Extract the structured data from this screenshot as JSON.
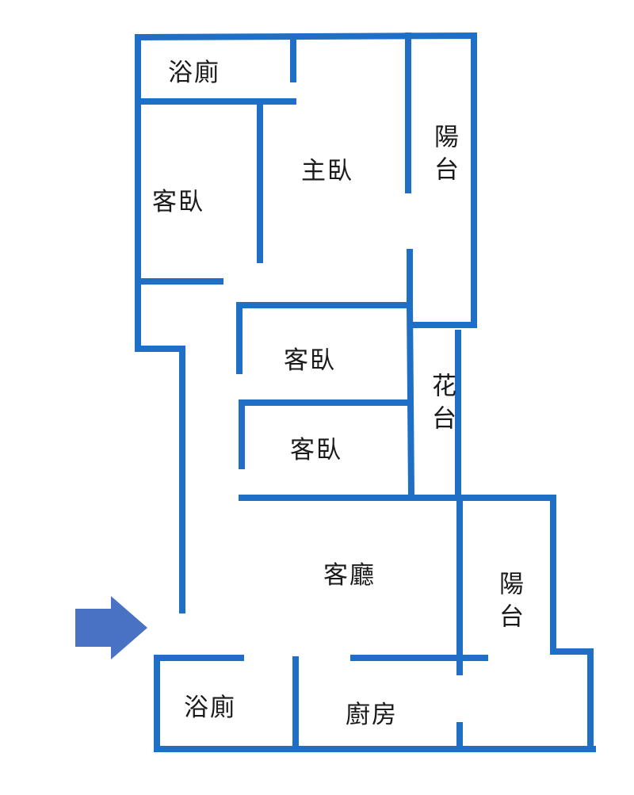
{
  "plan": {
    "wall_color": "#1f6fc6",
    "arrow_color": "#4a72c4",
    "entrance_icon": "arrow-right-icon",
    "rooms": {
      "bath_top": "浴廁",
      "master_bedroom": "主臥",
      "guest_bedroom_left": "客臥",
      "balcony_top": "陽台",
      "guest_bedroom_mid1": "客臥",
      "guest_bedroom_mid2": "客臥",
      "planter": "花台",
      "living_room": "客廳",
      "balcony_right": "陽台",
      "bath_bottom": "浴廁",
      "kitchen": "廚房"
    }
  }
}
